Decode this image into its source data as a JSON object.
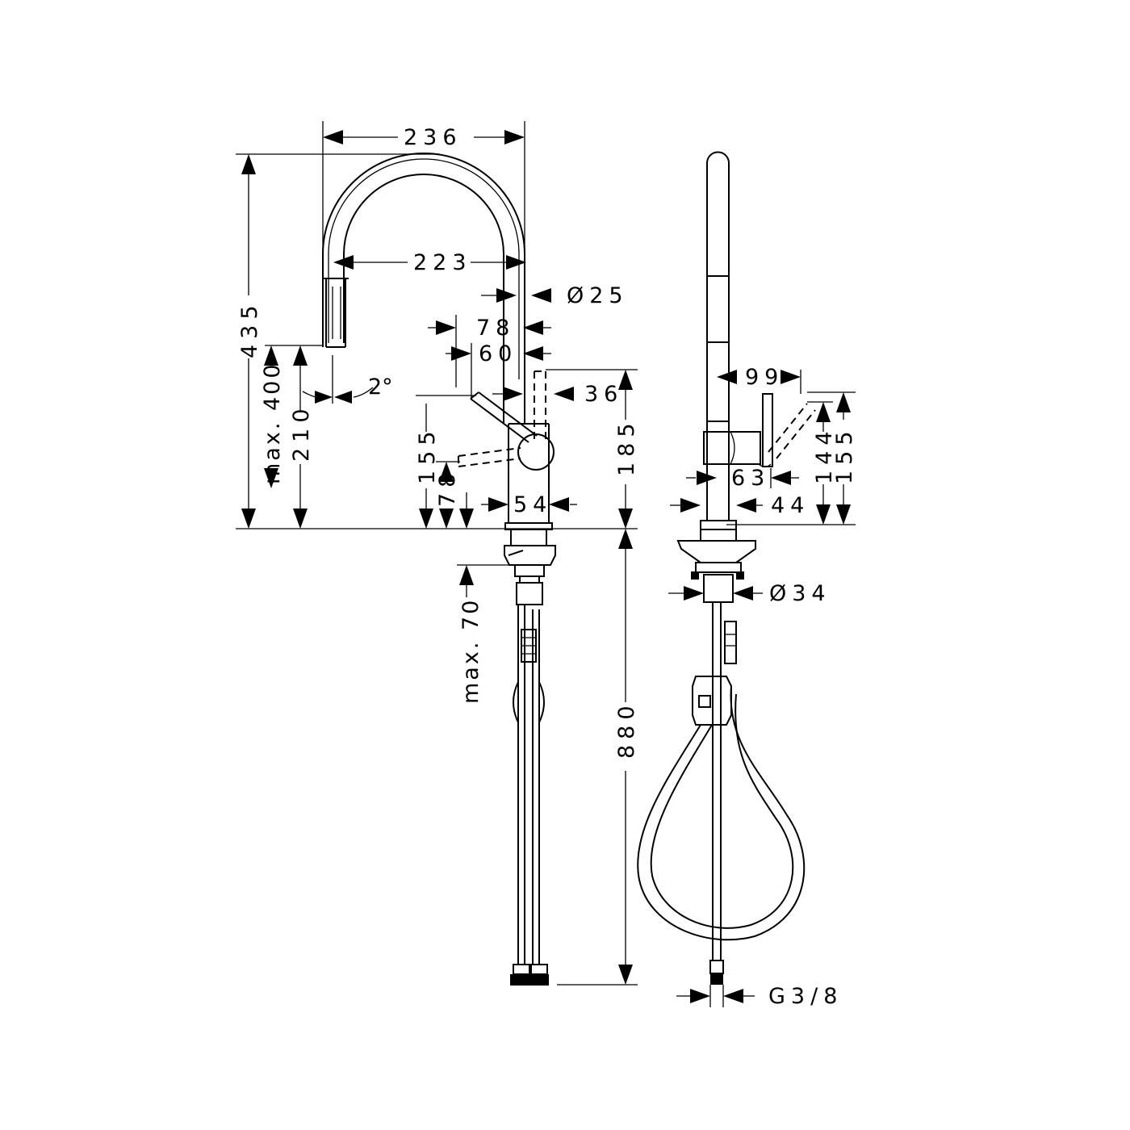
{
  "front_view": {
    "dimensions": {
      "d236": "236",
      "d223": "223",
      "d25": "Ø25",
      "d78a": "78",
      "d60": "60",
      "d36": "36",
      "d435": "435",
      "dmax400": "max. 400",
      "d210": "210",
      "d2deg": "2°",
      "d155": "155",
      "d78b": "78",
      "d185": "185",
      "d54": "54",
      "dmax70": "max. 70",
      "d880": "880"
    }
  },
  "side_view": {
    "dimensions": {
      "d99": "99",
      "d144": "144",
      "d155": "155",
      "d63": "63",
      "d44": "44",
      "d34": "Ø34",
      "dG38": "G3/8"
    }
  }
}
